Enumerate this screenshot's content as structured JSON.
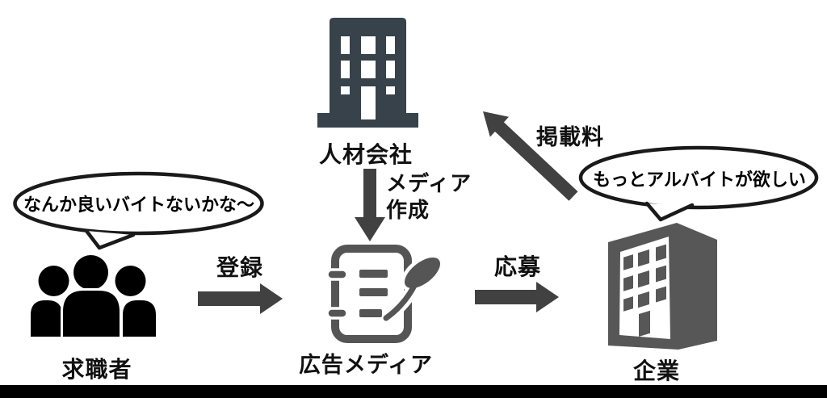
{
  "diagram": {
    "title_hint": "job-advertising-media-flow",
    "nodes": {
      "staffing_company": {
        "label": "人材会社",
        "icon": "building-flat-icon"
      },
      "ad_media": {
        "label": "広告メディア",
        "icon": "notebook-quill-icon"
      },
      "job_seekers": {
        "label": "求職者",
        "icon": "people-group-icon"
      },
      "company": {
        "label": "企業",
        "icon": "building-3d-icon"
      }
    },
    "edges": {
      "register": {
        "label": "登録",
        "from": "求職者",
        "to": "広告メディア"
      },
      "media_creation": {
        "label": "メディア\n作成",
        "from": "人材会社",
        "to": "広告メディア"
      },
      "apply": {
        "label": "応募",
        "from": "広告メディア",
        "to": "企業"
      },
      "listing_fee": {
        "label": "掲載料",
        "from": "企業",
        "to": "人材会社"
      }
    },
    "speech_bubbles": {
      "job_seeker": {
        "text": "なんか良いバイトないかな〜"
      },
      "company": {
        "text": "もっとアルバイトが欲しい"
      }
    },
    "colors": {
      "building_flat": "#37424B",
      "building_3d": "#575757",
      "notebook": "#555555",
      "arrow": "#414141",
      "ink": "#111111",
      "bubble_stroke": "#1a1a1a",
      "bottom_bar": "#000000"
    }
  }
}
